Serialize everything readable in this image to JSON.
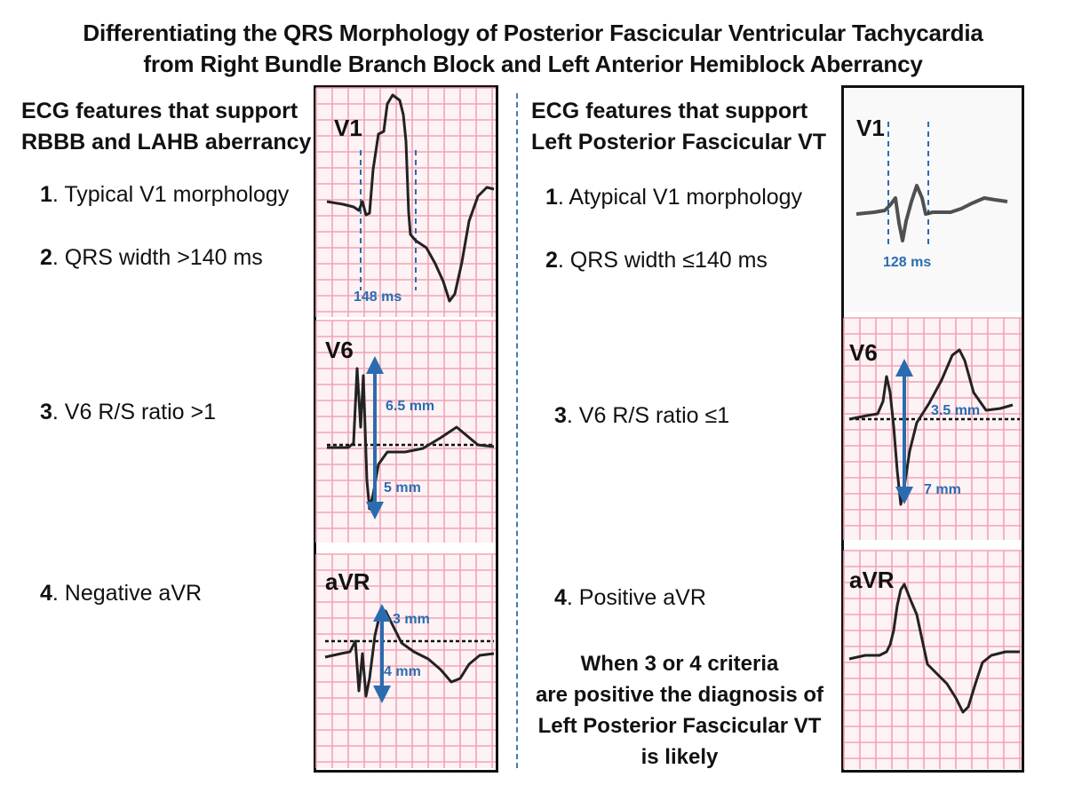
{
  "title": {
    "line1": "Differentiating the QRS Morphology of Posterior Fascicular Ventricular Tachycardia",
    "line2": "from Right Bundle Branch Block and Left Anterior Hemiblock Aberrancy"
  },
  "left": {
    "heading_line1": "ECG features that support",
    "heading_line2": "RBBB and LAHB aberrancy",
    "criteria": [
      {
        "num": "1",
        "text": ". Typical V1 morphology"
      },
      {
        "num": "2",
        "text": ". QRS width >140 ms"
      },
      {
        "num": "3",
        "text": ". V6 R/S ratio >1"
      },
      {
        "num": "4",
        "text": ". Negative aVR"
      }
    ],
    "leads": {
      "v1": "V1",
      "v6": "V6",
      "avr": "aVR"
    },
    "measurements": {
      "v1_width": "148 ms",
      "v6_r": "6.5 mm",
      "v6_s": "5 mm",
      "avr_up": "3 mm",
      "avr_down": "4 mm"
    }
  },
  "right": {
    "heading_line1": "ECG features that support",
    "heading_line2": "Left Posterior Fascicular VT",
    "criteria": [
      {
        "num": "1",
        "text": ".  Atypical V1 morphology"
      },
      {
        "num": "2",
        "text": ". QRS width ≤140 ms"
      },
      {
        "num": "3",
        "text": ". V6 R/S ratio ≤1"
      },
      {
        "num": "4",
        "text": ". Positive aVR"
      }
    ],
    "leads": {
      "v1": "V1",
      "v6": "V6",
      "avr": "aVR"
    },
    "measurements": {
      "v1_width": "128 ms",
      "v6_r": "3.5 mm",
      "v6_s": "7 mm"
    },
    "conclusion": [
      "When 3 or 4 criteria",
      "are positive the diagnosis of",
      "Left Posterior Fascicular VT",
      "is likely"
    ]
  },
  "colors": {
    "grid": "#f2a5b4",
    "grid_bg": "#fdf2f4",
    "trace": "#222222",
    "accent": "#2a6cb0",
    "frame": "#111111"
  }
}
